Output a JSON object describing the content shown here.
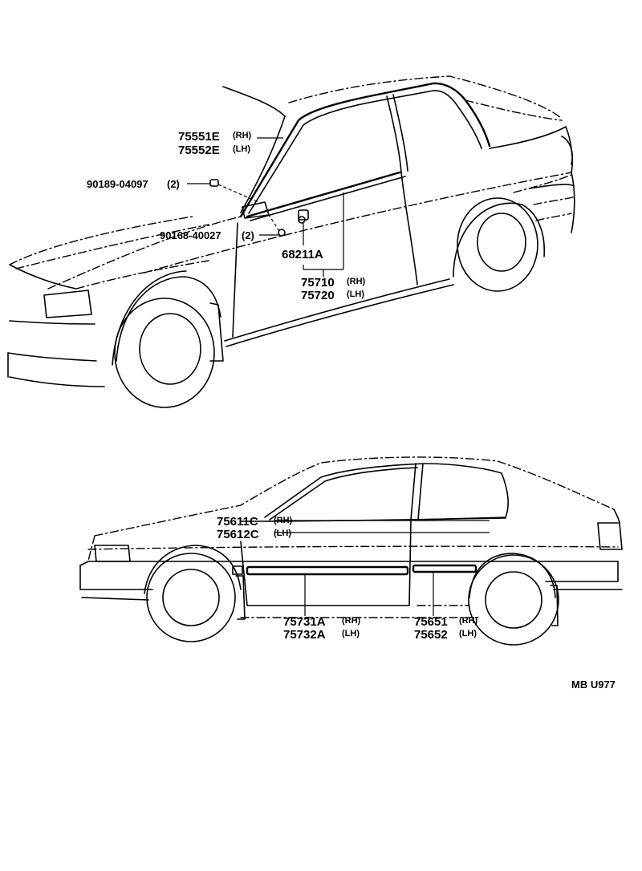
{
  "diagram_code": "MB  U977",
  "upper_view": {
    "labels": [
      {
        "part": "75551E",
        "side": "(RH)"
      },
      {
        "part": "75552E",
        "side": "(LH)"
      },
      {
        "part": "90189-04097",
        "side": "(2)"
      },
      {
        "part": "90168-40027",
        "side": "(2)"
      },
      {
        "part": "68211A",
        "side": ""
      },
      {
        "part": "75710",
        "side": "(RH)"
      },
      {
        "part": "75720",
        "side": "(LH)"
      }
    ]
  },
  "lower_view": {
    "labels": [
      {
        "part": "75611C",
        "side": "(RH)"
      },
      {
        "part": "75612C",
        "side": "(LH)"
      },
      {
        "part": "75731A",
        "side": "(RH)"
      },
      {
        "part": "75732A",
        "side": "(LH)"
      },
      {
        "part": "75651",
        "side": "(RH)"
      },
      {
        "part": "75652",
        "side": "(LH)"
      }
    ]
  }
}
